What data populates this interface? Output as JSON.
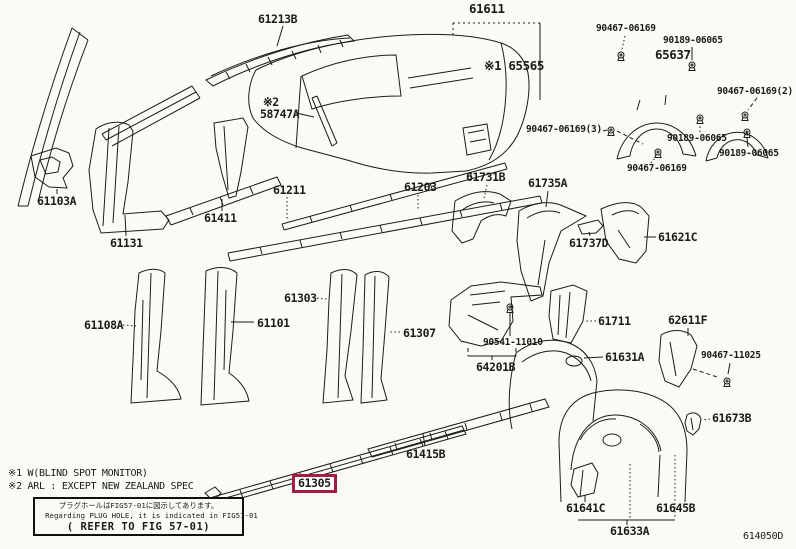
{
  "diagram": {
    "type": "parts-catalog-exploded-view",
    "subject": "side member / rocker / wheel house body panels",
    "highlighted_part": "61305",
    "highlight_color": "#A41C44",
    "figure_code": "614050D"
  },
  "labels": [
    {
      "text": "61213B"
    },
    {
      "text": "61611"
    },
    {
      "text": "90467-06169"
    },
    {
      "text": "90189-06065"
    },
    {
      "text": "65637"
    },
    {
      "text": "90467-06169(2)"
    },
    {
      "text": "※1 65565"
    },
    {
      "text": "※2"
    },
    {
      "text": "58747A"
    },
    {
      "text": "61103A"
    },
    {
      "text": "61131"
    },
    {
      "text": "61411"
    },
    {
      "text": "61211"
    },
    {
      "text": "61203"
    },
    {
      "text": "61731B"
    },
    {
      "text": "61735A"
    },
    {
      "text": "90467-06169(3)"
    },
    {
      "text": "90189-06065"
    },
    {
      "text": "90189-06065"
    },
    {
      "text": "90467-06169"
    },
    {
      "text": "61737D"
    },
    {
      "text": "61621C"
    },
    {
      "text": "61303"
    },
    {
      "text": "61101"
    },
    {
      "text": "61108A"
    },
    {
      "text": "61307"
    },
    {
      "text": "90541-11010"
    },
    {
      "text": "64201B"
    },
    {
      "text": "61711"
    },
    {
      "text": "62611F"
    },
    {
      "text": "61631A"
    },
    {
      "text": "90467-11025"
    },
    {
      "text": "61673B"
    },
    {
      "text": "61415B"
    },
    {
      "text": "61305"
    },
    {
      "text": "61641C"
    },
    {
      "text": "61645B"
    },
    {
      "text": "61633A"
    }
  ],
  "notes": {
    "note1": "※1 W(BLIND SPOT MONITOR)",
    "note2": "※2 ARL : EXCEPT NEW ZEALAND SPEC",
    "box_jp": "プラグホールはFIG57-01に図示してあります。",
    "box_en": "Regarding PLUG HOLE, it is indicated in FIG57-01",
    "box_ref": "( REFER TO FIG 57-01)"
  }
}
